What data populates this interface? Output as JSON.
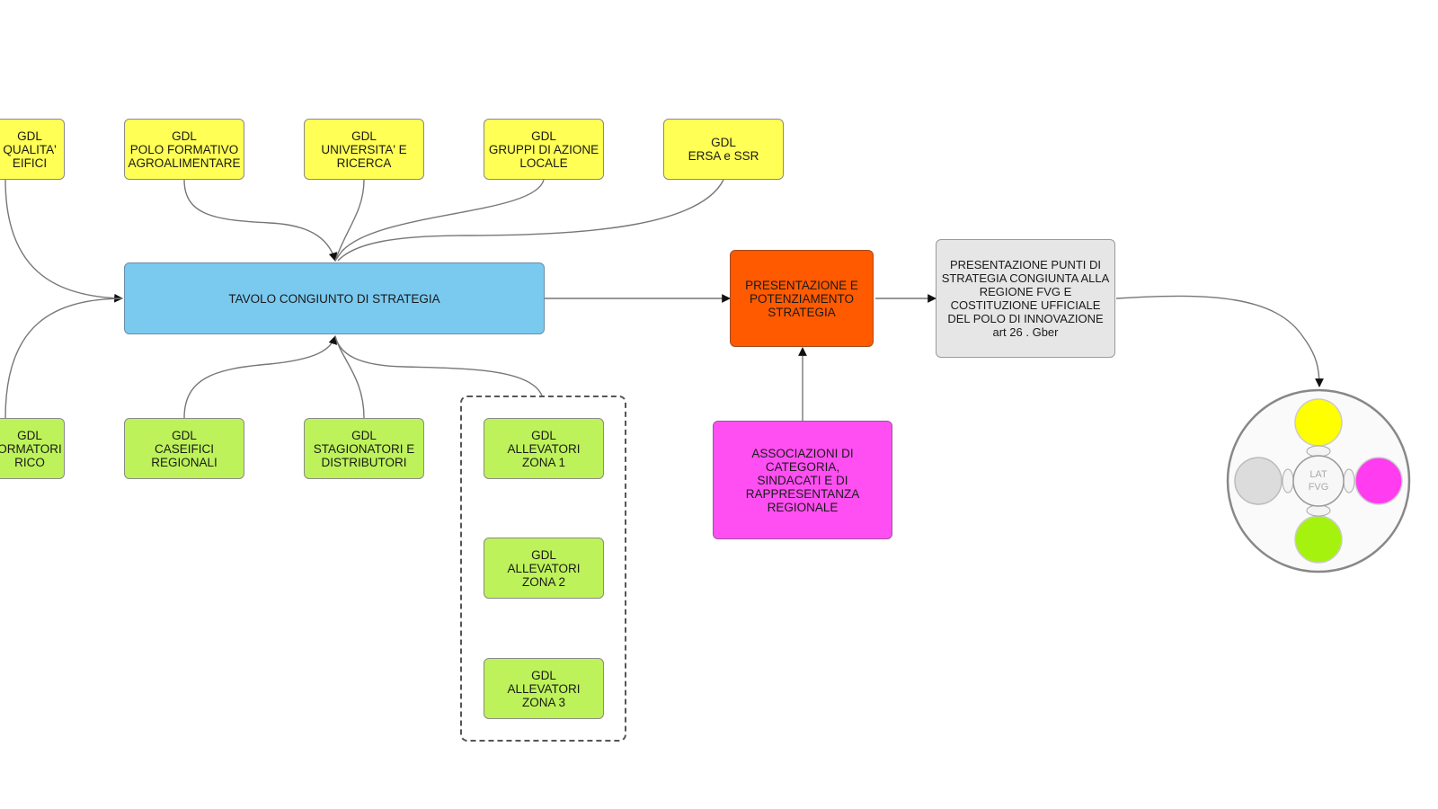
{
  "nodes": {
    "gdl_qualita": {
      "label": "GDL\n QUALITA'\nEIFICI"
    },
    "gdl_polo_formativo": {
      "label": "GDL\nPOLO FORMATIVO\nAGROALIMENTARE"
    },
    "gdl_universita": {
      "label": "GDL\nUNIVERSITA' E\nRICERCA"
    },
    "gdl_gruppi_azione": {
      "label": "GDL\nGRUPPI DI AZIONE\nLOCALE"
    },
    "gdl_ersa": {
      "label": "GDL\nERSA e SSR"
    },
    "tavolo": {
      "label": "TAVOLO CONGIUNTO DI STRATEGIA"
    },
    "presentazione": {
      "label": "PRESENTAZIONE E\nPOTENZIAMENTO\nSTRATEGIA"
    },
    "presentazione_punti": {
      "label": "PRESENTAZIONE PUNTI DI\nSTRATEGIA CONGIUNTA ALLA\nREGIONE FVG E\nCOSTITUZIONE UFFICIALE\nDEL POLO DI INNOVAZIONE\nart 26 . Gber"
    },
    "associazioni": {
      "label": "ASSOCIAZIONI DI CATEGORIA,\nSINDACATI E DI\nRAPPRESENTANZA\nREGIONALE"
    },
    "gdl_formatori": {
      "label": "GDL\nORMATORI\nRICO"
    },
    "gdl_caseifici": {
      "label": "GDL\nCASEIFICI\nREGIONALI"
    },
    "gdl_stagionatori": {
      "label": "GDL\nSTAGIONATORI E\nDISTRIBUTORI"
    },
    "gdl_allevatori_1": {
      "label": "GDL\nALLEVATORI\nZONA 1"
    },
    "gdl_allevatori_2": {
      "label": "GDL\nALLEVATORI\nZONA 2"
    },
    "gdl_allevatori_3": {
      "label": "GDL\nALLEVATORI\nZONA 3"
    }
  },
  "logo": {
    "line1": "LAT",
    "line2": "FVG"
  },
  "colors": {
    "yellow": "#ffff55",
    "green": "#bdf25a",
    "blue": "#7ac9ef",
    "orange": "#ff5a00",
    "gray": "#e6e6e6",
    "magenta": "#ff4ff2",
    "edge": "#777777"
  }
}
